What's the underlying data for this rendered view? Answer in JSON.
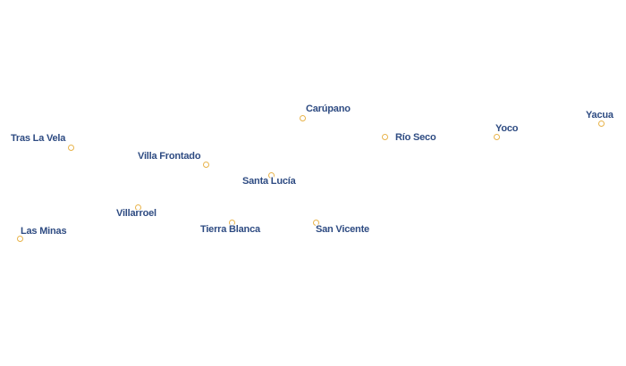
{
  "map": {
    "marker_color": "#e8b34a",
    "label_color": "#2e4b82",
    "places": [
      {
        "id": "carupano",
        "name": "Carúpano"
      },
      {
        "id": "yacua",
        "name": "Yacua"
      },
      {
        "id": "yoco",
        "name": "Yoco"
      },
      {
        "id": "rio-seco",
        "name": "Río Seco"
      },
      {
        "id": "tras-la-vela",
        "name": "Tras La Vela"
      },
      {
        "id": "villa-frontado",
        "name": "Villa Frontado"
      },
      {
        "id": "santa-lucia",
        "name": "Santa Lucía"
      },
      {
        "id": "villarroel",
        "name": "Villarroel"
      },
      {
        "id": "tierra-blanca",
        "name": "Tierra Blanca"
      },
      {
        "id": "san-vicente",
        "name": "San Vicente"
      },
      {
        "id": "las-minas",
        "name": "Las Minas"
      }
    ]
  }
}
